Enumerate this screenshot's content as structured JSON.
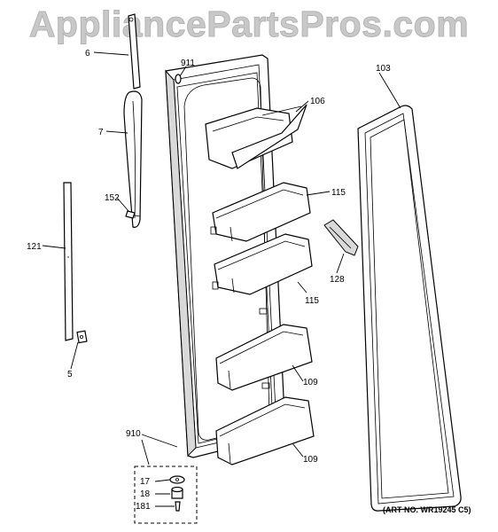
{
  "watermark": "AppliancePartsPros.com",
  "art_number": "(ART NO. WR19245 C5)",
  "callouts": {
    "p6": "6",
    "p7": "7",
    "p121": "121",
    "p5": "5",
    "p152": "152",
    "p911": "911",
    "p106": "106",
    "p115a": "115",
    "p115b": "115",
    "p103": "103",
    "p128": "128",
    "p109a": "109",
    "p109b": "109",
    "p910": "910",
    "p17": "17",
    "p18": "18",
    "p181": "181"
  }
}
